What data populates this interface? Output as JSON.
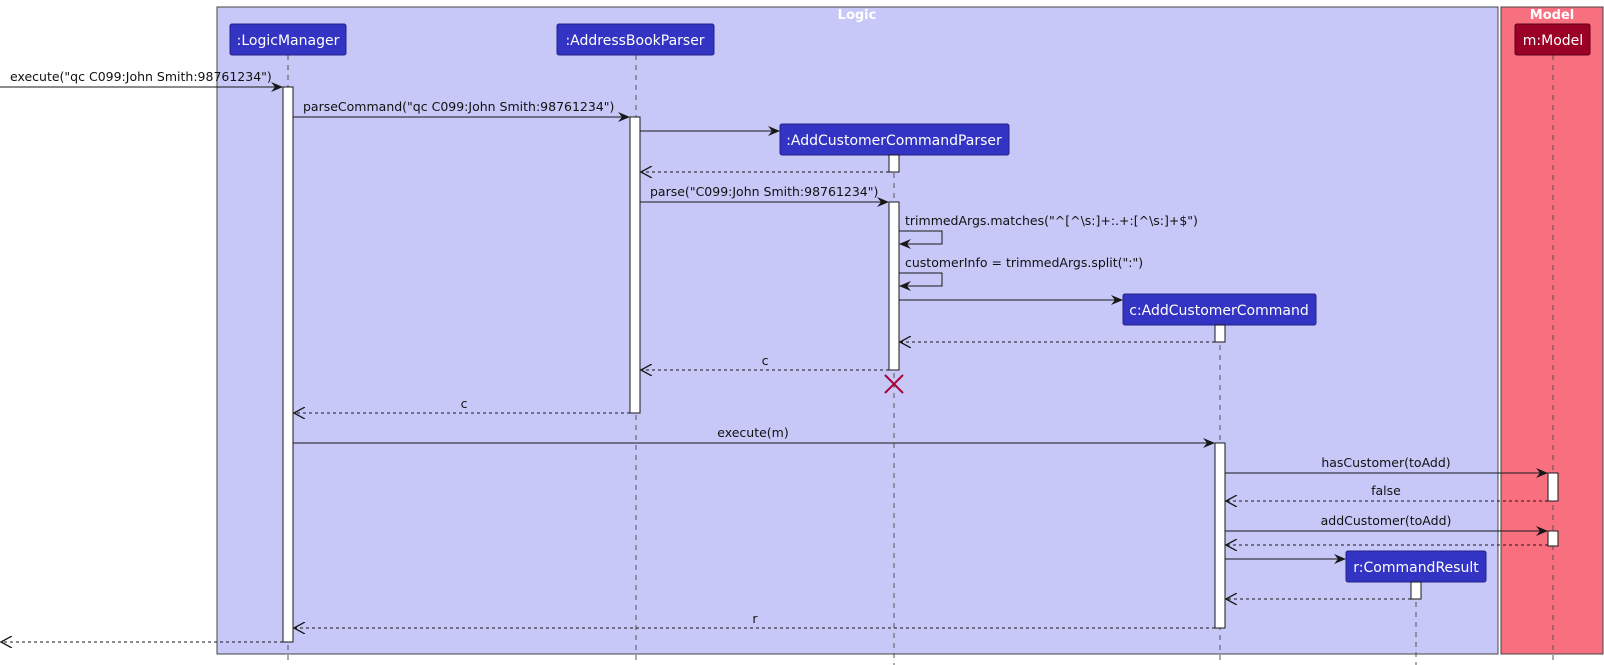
{
  "groups": {
    "logic": {
      "title": "Logic"
    },
    "model": {
      "title": "Model"
    }
  },
  "participants": {
    "logic_manager": ":LogicManager",
    "address_book_parser": ":AddressBookParser",
    "add_customer_command_parser": ":AddCustomerCommandParser",
    "add_customer_command": "c:AddCustomerCommand",
    "command_result": "r:CommandResult",
    "model": "m:Model"
  },
  "messages": {
    "execute_input": "execute(\"qc C099:John Smith:98761234\")",
    "parse_command": "parseCommand(\"qc C099:John Smith:98761234\")",
    "parse": "parse(\"C099:John Smith:98761234\")",
    "matches": "trimmedArgs.matches(\"^[^\\s:]+:.+:[^\\s:]+$\")",
    "split": "customerInfo = trimmedArgs.split(\":\")",
    "return_c_parser": "c",
    "return_c_abp": "c",
    "execute_m": "execute(m)",
    "has_customer": "hasCustomer(toAdd)",
    "return_false": "false",
    "add_customer": "addCustomer(toAdd)",
    "return_r": "r"
  },
  "colors": {
    "logic_group_fill": "#C8C8F8",
    "model_group_fill": "#F87080",
    "logic_participant": "#3333C4",
    "model_participant": "#9B0026",
    "destroy_mark": "#A80036"
  }
}
